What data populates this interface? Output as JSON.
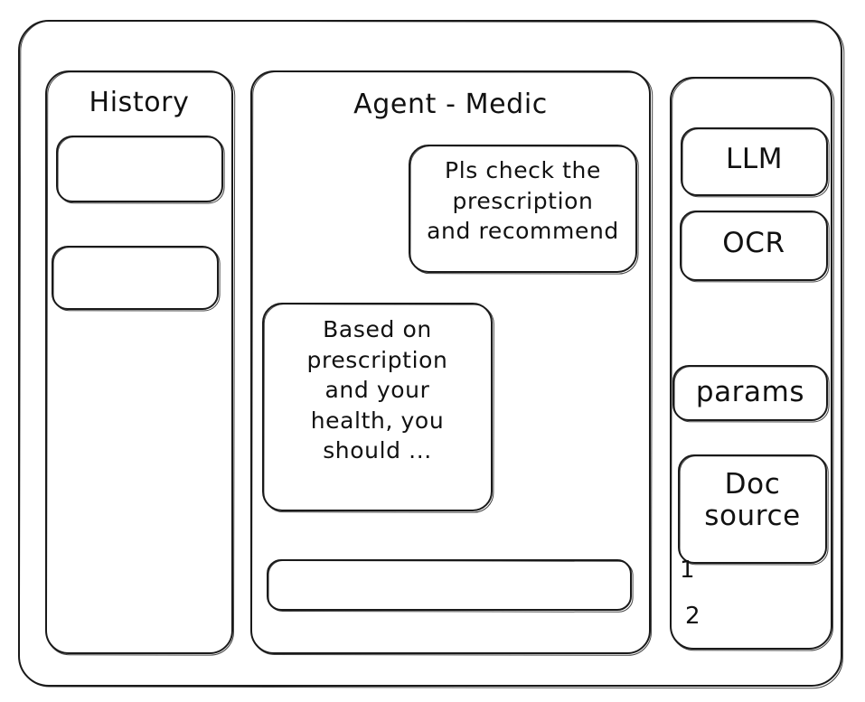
{
  "style": {
    "ink_color": "#1a1a1a",
    "text_color": "#111111",
    "background": "#ffffff"
  },
  "sidebar": {
    "title": "History",
    "items": [
      {
        "label": ""
      },
      {
        "label": ""
      }
    ]
  },
  "chat": {
    "title": "Agent - Medic",
    "messages": [
      {
        "role": "user",
        "text": "Pls check the\nprescription\nand recommend"
      },
      {
        "role": "assistant",
        "text": "Based on\nprescription\nand your\nhealth, you\nshould ..."
      }
    ],
    "composer": {
      "value": "",
      "placeholder": ""
    }
  },
  "tools": {
    "items": [
      {
        "label": "LLM"
      },
      {
        "label": "OCR"
      },
      {
        "label": "params"
      }
    ],
    "doc_source": {
      "label": "Doc\nsource",
      "entries": [
        {
          "number": "1"
        },
        {
          "number": "2"
        }
      ]
    }
  }
}
